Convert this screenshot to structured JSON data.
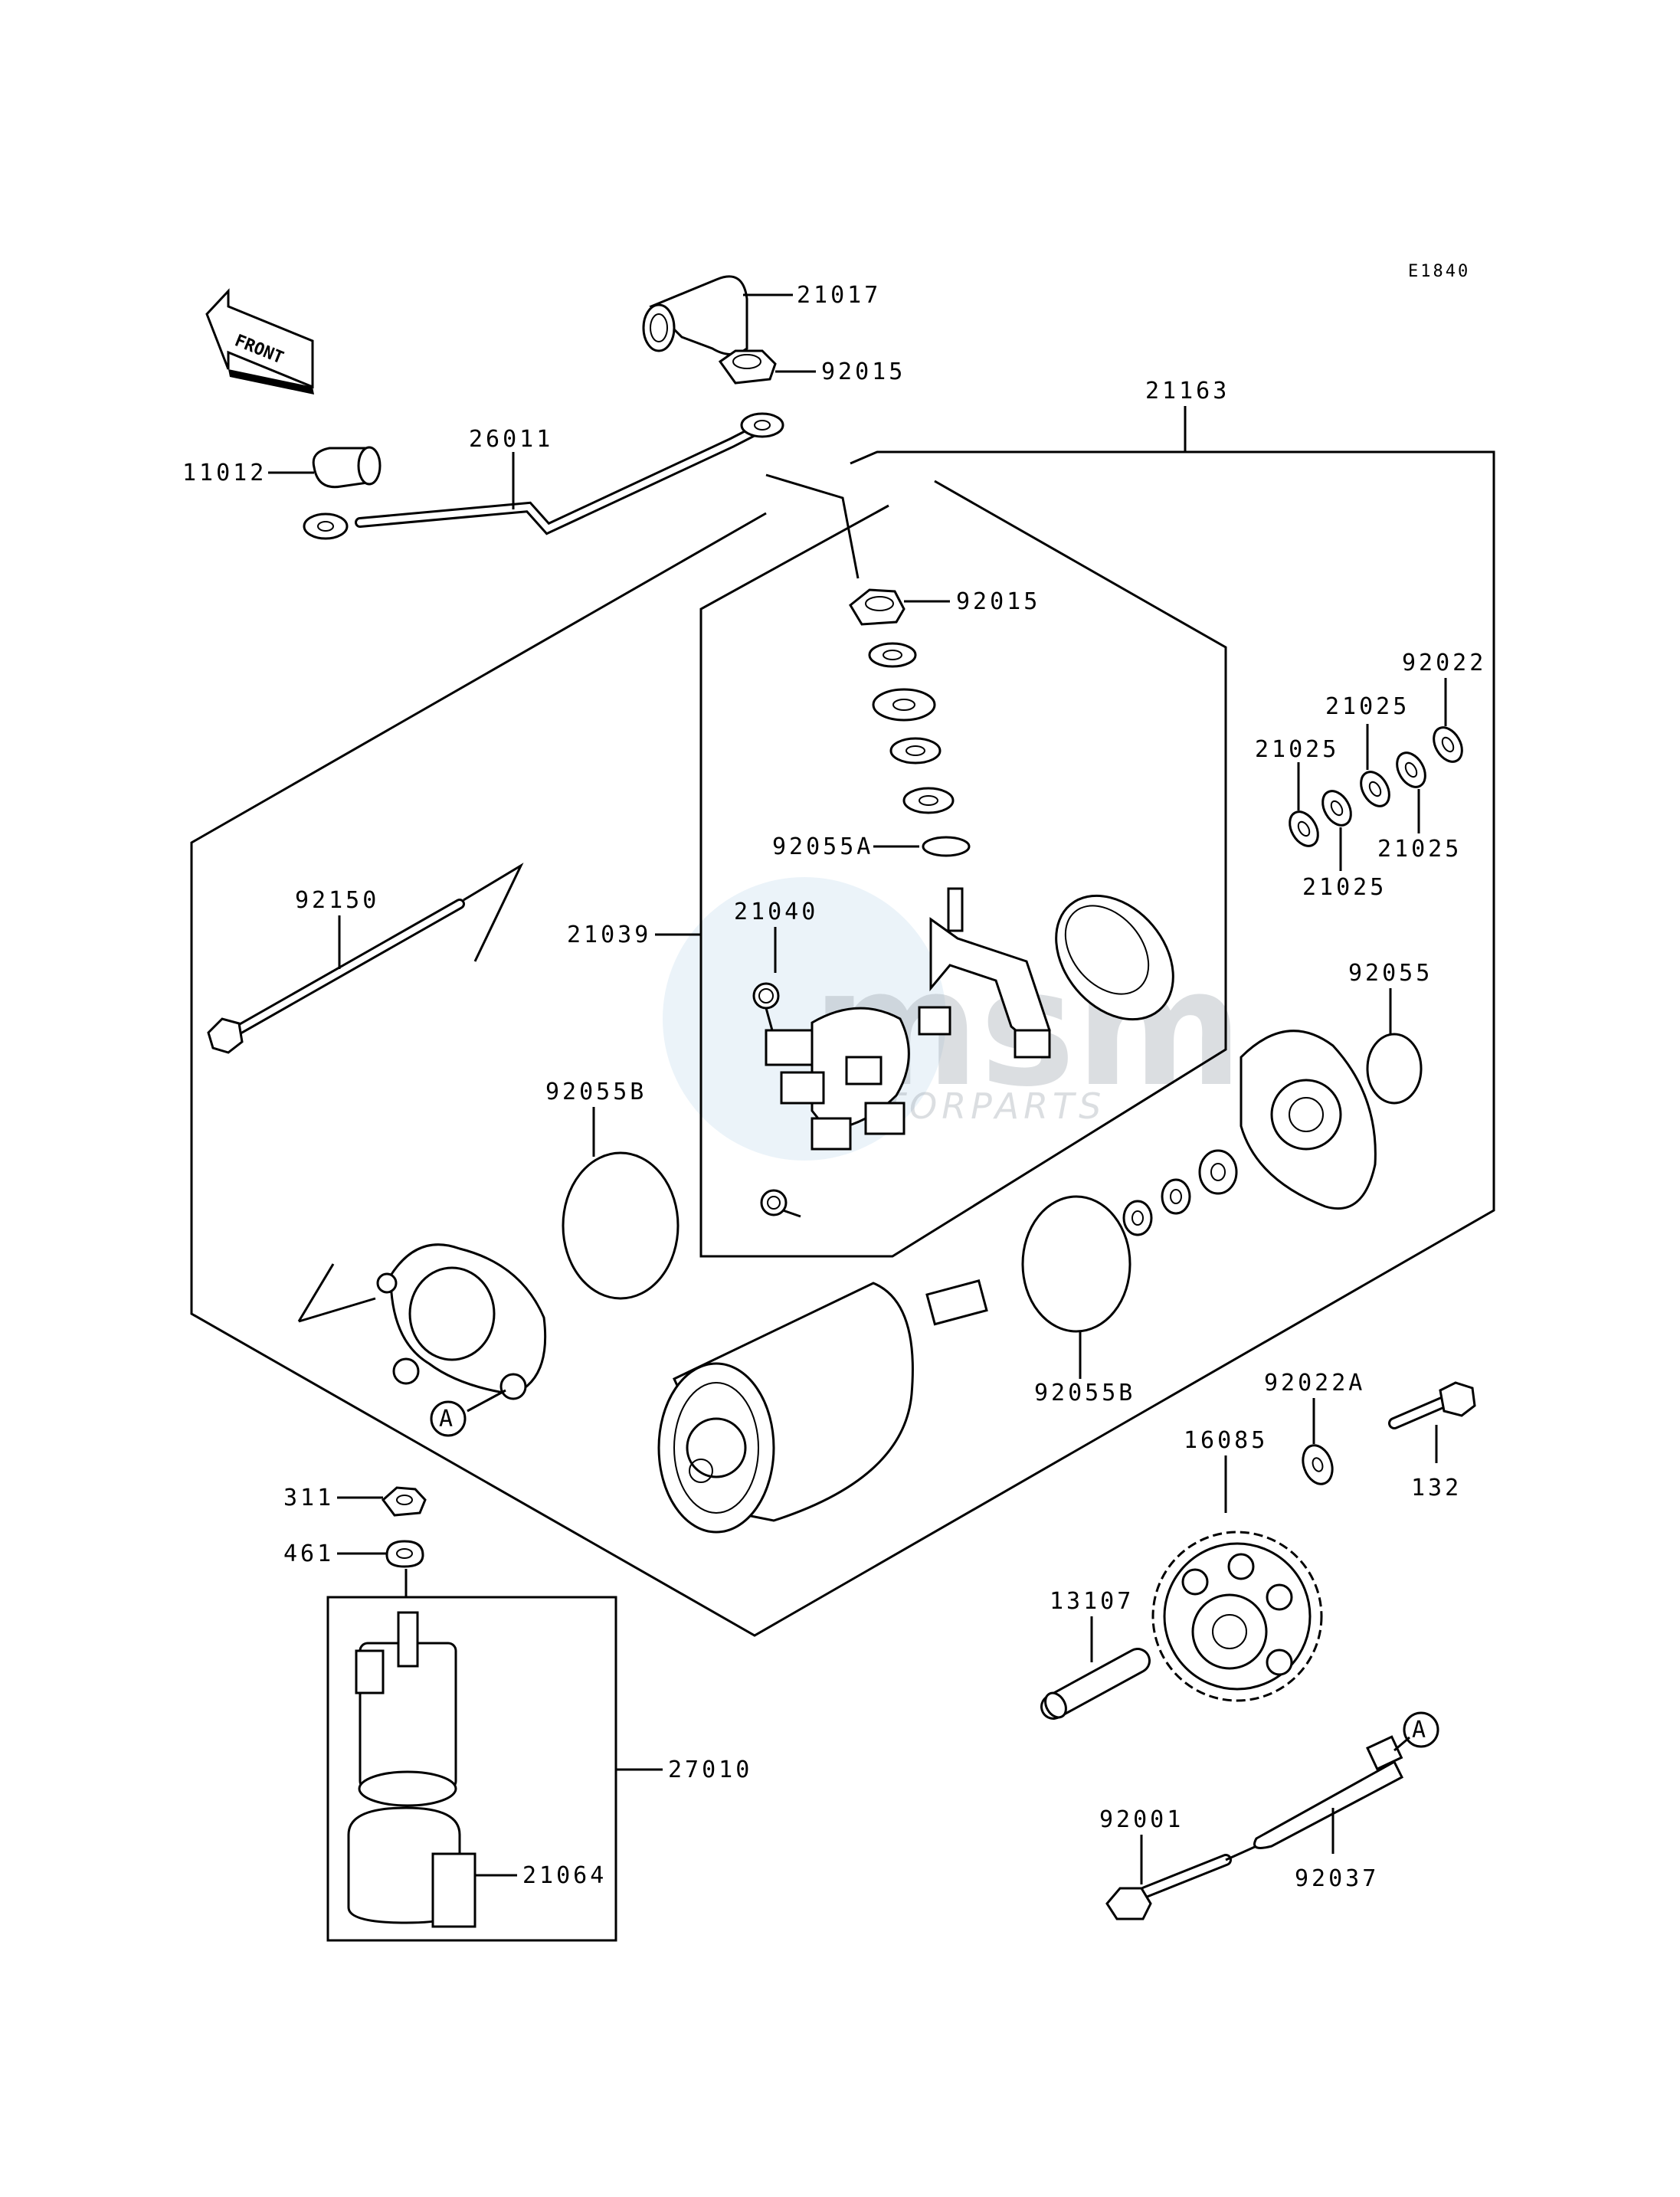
{
  "diagram_code": "E1840",
  "front_label": "FRONT",
  "watermark": {
    "brand": "msm",
    "sub": "MOTORPARTS"
  },
  "callouts": {
    "c21017": "21017",
    "c92015_top": "92015",
    "c21163": "21163",
    "c26011": "26011",
    "c11012": "11012",
    "c92015_mid": "92015",
    "c92022": "92022",
    "c21025_a": "21025",
    "c21025_b": "21025",
    "c21025_c": "21025",
    "c21025_d": "21025",
    "c92055A": "92055A",
    "c92150": "92150",
    "c21039": "21039",
    "c21040": "21040",
    "c92055": "92055",
    "c92055B_left": "92055B",
    "c92055B_right": "92055B",
    "c92022A": "92022A",
    "c132": "132",
    "c16085": "16085",
    "c311": "311",
    "c461": "461",
    "c13107": "13107",
    "c27010": "27010",
    "c21064": "21064",
    "c92001": "92001",
    "c92037": "92037",
    "ref_a_left": "A",
    "ref_a_right": "A"
  }
}
